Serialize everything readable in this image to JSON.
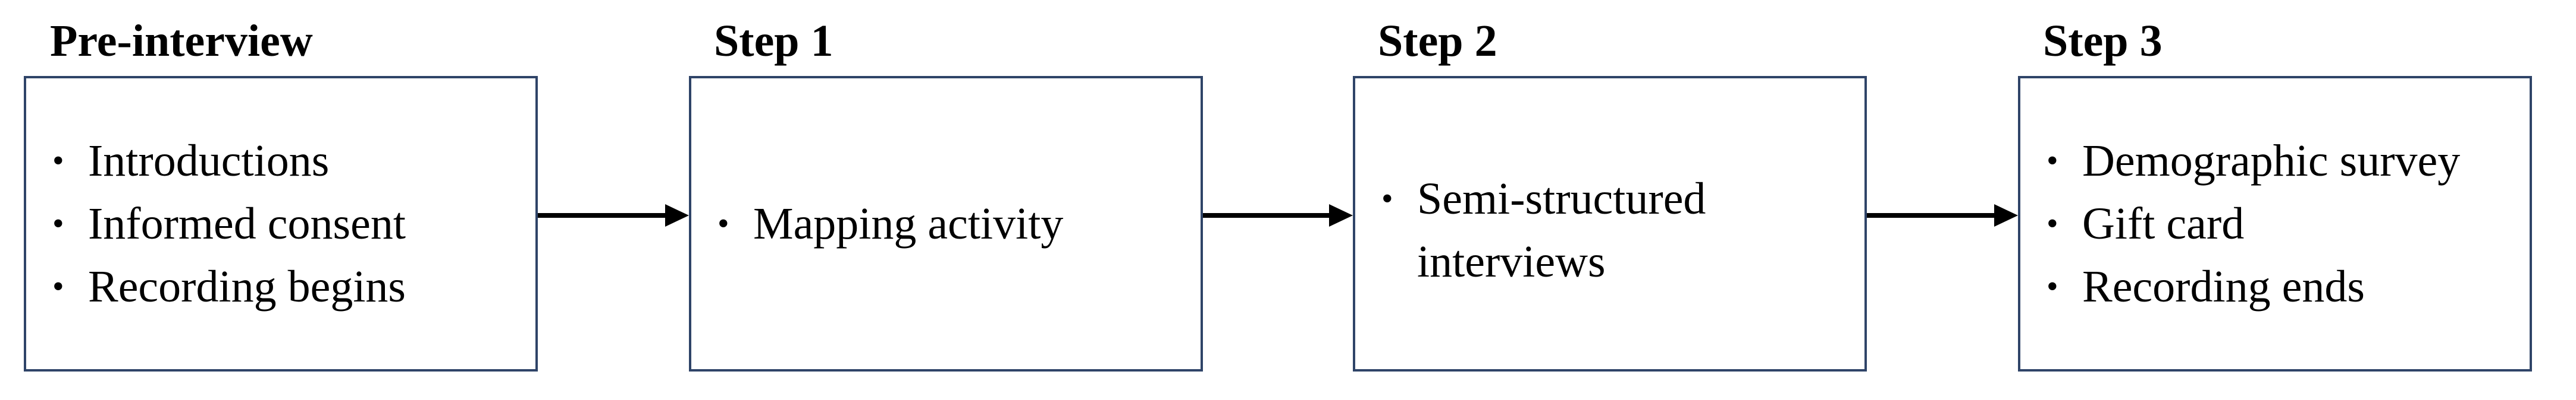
{
  "stages": [
    {
      "title": "Pre-interview",
      "items": [
        "Introductions",
        "Informed consent",
        "Recording begins"
      ]
    },
    {
      "title": "Step 1",
      "items": [
        "Mapping activity"
      ]
    },
    {
      "title": "Step 2",
      "items": [
        "Semi-structured interviews"
      ]
    },
    {
      "title": "Step 3",
      "items": [
        "Demographic survey",
        "Gift card",
        "Recording ends"
      ]
    }
  ],
  "bullet_symbol": "•",
  "colors": {
    "box_border": "#2f4468",
    "arrow": "#000000",
    "text": "#000000"
  }
}
